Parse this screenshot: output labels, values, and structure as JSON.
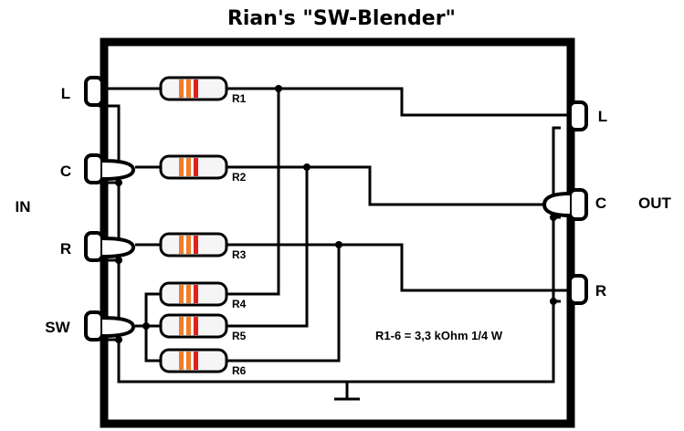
{
  "title": "Rian's \"SW-Blender\"",
  "inputs": {
    "group_label": "IN",
    "channels": [
      "L",
      "C",
      "R",
      "SW"
    ]
  },
  "outputs": {
    "group_label": "OUT",
    "channels": [
      "L",
      "C",
      "R"
    ]
  },
  "resistors": [
    {
      "label": "R1"
    },
    {
      "label": "R2"
    },
    {
      "label": "R3"
    },
    {
      "label": "R4"
    },
    {
      "label": "R5"
    },
    {
      "label": "R6"
    }
  ],
  "resistor_note": "R1-6 = 3,3 kOhm 1/4 W",
  "colors": {
    "band_orange": "#f07d2a",
    "band_red": "#e0201c",
    "line": "#000000"
  }
}
